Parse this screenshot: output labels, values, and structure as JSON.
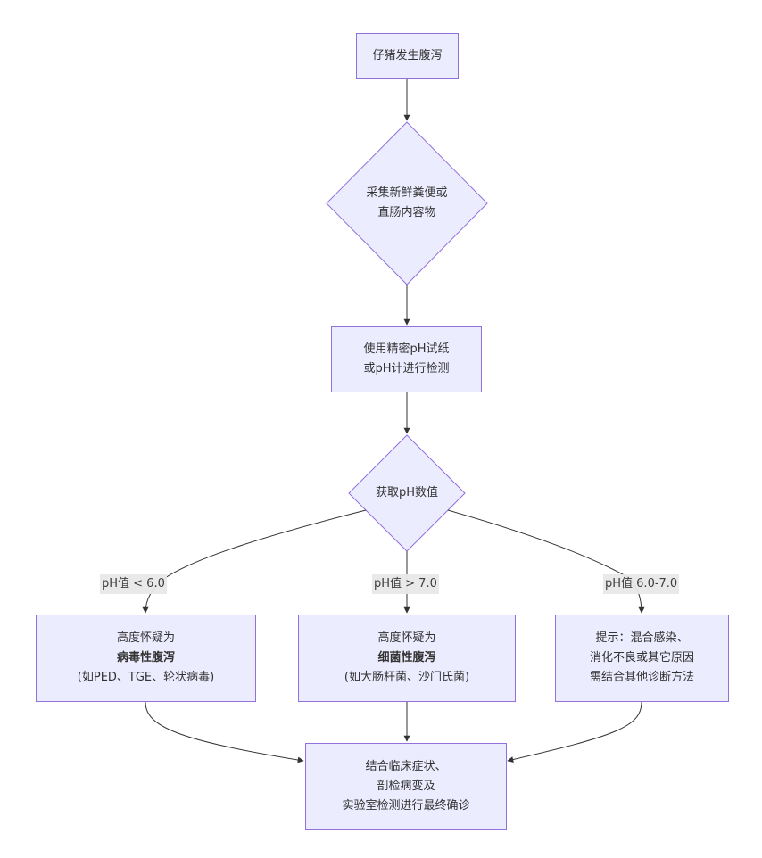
{
  "diagram": {
    "type": "flowchart",
    "colors": {
      "node_fill": "#ECECFF",
      "node_stroke": "#9370DB",
      "edge": "#333333",
      "label_bg": "#e8e8e8",
      "text": "#333333"
    },
    "nodes": {
      "start": {
        "lines": [
          "仔猪发生腹泻"
        ]
      },
      "collect": {
        "lines": [
          "采集新鲜粪便或",
          "直肠内容物"
        ]
      },
      "measure": {
        "lines": [
          "使用精密pH试纸",
          "或pH计进行检测"
        ]
      },
      "read": {
        "lines": [
          "获取pH数值"
        ]
      },
      "viral": {
        "lines": [
          "高度怀疑为",
          "病毒性腹泻",
          "(如PED、TGE、轮状病毒)"
        ]
      },
      "bacterial": {
        "lines": [
          "高度怀疑为",
          "细菌性腹泻",
          "(如大肠杆菌、沙门氏菌)"
        ]
      },
      "other": {
        "lines": [
          "提示：混合感染、",
          "消化不良或其它原因",
          "需结合其他诊断方法"
        ]
      },
      "final": {
        "lines": [
          "结合临床症状、",
          "剖检病变及",
          "实验室检测进行最终确诊"
        ]
      }
    },
    "edges": {
      "lt6": "pH值 < 6.0",
      "gt7": "pH值 > 7.0",
      "mid": "pH值 6.0-7.0"
    }
  }
}
